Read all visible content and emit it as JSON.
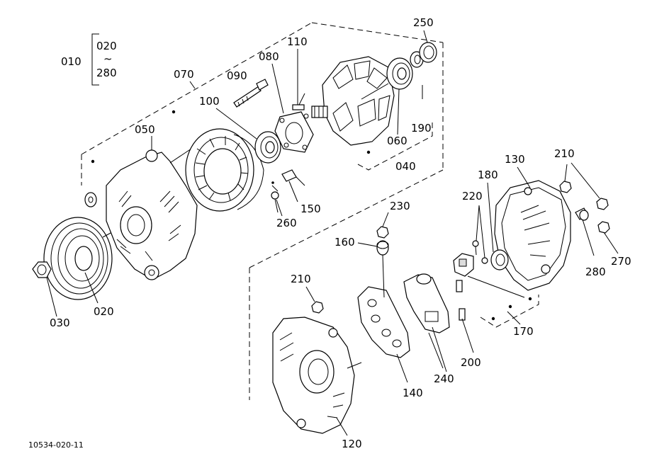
{
  "diagram": {
    "bracket": {
      "label": "010",
      "range_start": "020",
      "range_sep": "~",
      "range_end": "280"
    },
    "parts": [
      {
        "id": "p020",
        "label": "020"
      },
      {
        "id": "p030",
        "label": "030"
      },
      {
        "id": "p040",
        "label": "040"
      },
      {
        "id": "p050",
        "label": "050"
      },
      {
        "id": "p060",
        "label": "060"
      },
      {
        "id": "p070",
        "label": "070"
      },
      {
        "id": "p080",
        "label": "080"
      },
      {
        "id": "p090",
        "label": "090"
      },
      {
        "id": "p100",
        "label": "100"
      },
      {
        "id": "p110",
        "label": "110"
      },
      {
        "id": "p120",
        "label": "120"
      },
      {
        "id": "p130",
        "label": "130"
      },
      {
        "id": "p140",
        "label": "140"
      },
      {
        "id": "p150",
        "label": "150"
      },
      {
        "id": "p160",
        "label": "160"
      },
      {
        "id": "p170",
        "label": "170"
      },
      {
        "id": "p180",
        "label": "180"
      },
      {
        "id": "p190",
        "label": "190"
      },
      {
        "id": "p200",
        "label": "200"
      },
      {
        "id": "p210a",
        "label": "210"
      },
      {
        "id": "p210b",
        "label": "210"
      },
      {
        "id": "p220",
        "label": "220"
      },
      {
        "id": "p230",
        "label": "230"
      },
      {
        "id": "p240",
        "label": "240"
      },
      {
        "id": "p250",
        "label": "250"
      },
      {
        "id": "p260",
        "label": "260"
      },
      {
        "id": "p270",
        "label": "270"
      },
      {
        "id": "p280",
        "label": "280"
      }
    ],
    "drawing_code": "10534-020-11"
  }
}
